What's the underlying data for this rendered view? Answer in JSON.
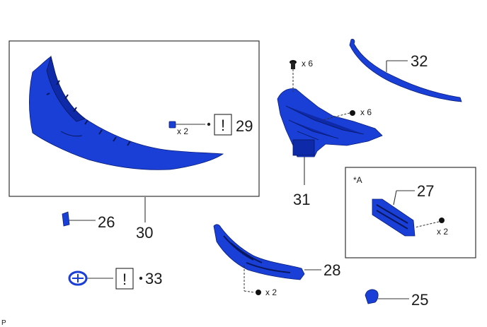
{
  "diagram": {
    "callouts": {
      "p25": "25",
      "p26": "26",
      "p27": "27",
      "p28": "28",
      "p29": "29",
      "p30": "30",
      "p31": "31",
      "p32": "32",
      "p33": "33"
    },
    "quantities": {
      "clip_29": "x 2",
      "bolt_top_31": "x 6",
      "bolt_side_31": "x 6",
      "screw_27": "x 2",
      "screw_28": "x 2"
    },
    "warning_symbol": "!",
    "inset_label": "*A",
    "corner_code": "P",
    "colors": {
      "part_blue": "#1a3fd6",
      "line": "#333333"
    }
  }
}
